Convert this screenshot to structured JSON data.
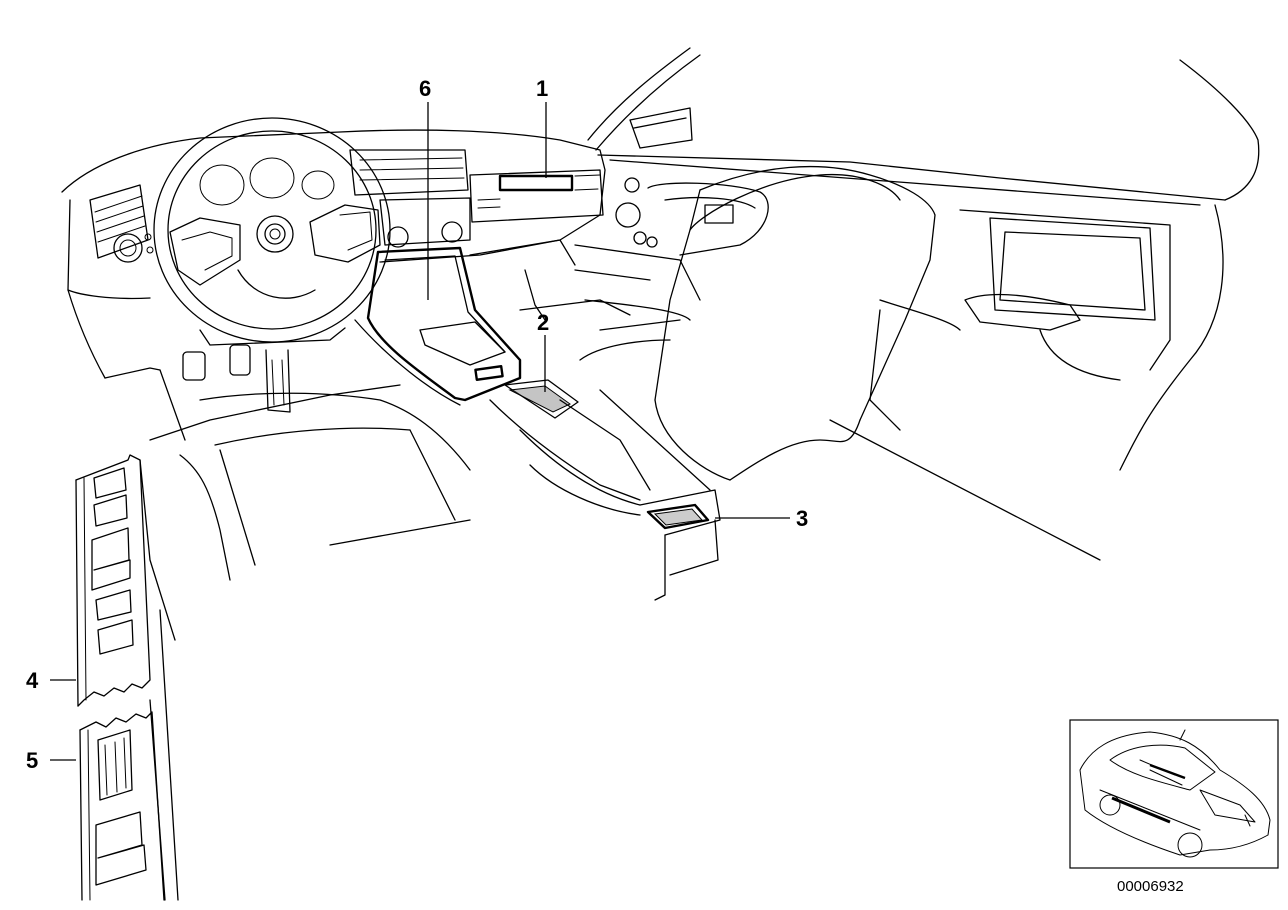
{
  "callouts": [
    {
      "id": "1",
      "label": "1"
    },
    {
      "id": "2",
      "label": "2"
    },
    {
      "id": "3",
      "label": "3"
    },
    {
      "id": "4",
      "label": "4"
    },
    {
      "id": "5",
      "label": "5"
    },
    {
      "id": "6",
      "label": "6"
    }
  ],
  "thumbnail": {
    "reference_code": "00006932"
  }
}
